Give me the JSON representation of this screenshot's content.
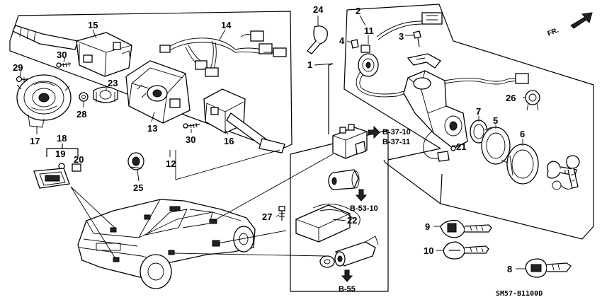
{
  "diagram": {
    "callouts": {
      "n1": "1",
      "n2": "2",
      "n3": "3",
      "n4": "4",
      "n5": "5",
      "n6": "6",
      "n7": "7",
      "n8": "8",
      "n9": "9",
      "n10": "10",
      "n11": "11",
      "n12": "12",
      "n13": "13",
      "n14": "14",
      "n15": "15",
      "n16": "16",
      "n17": "17",
      "n18": "18",
      "n19": "19",
      "n20": "20",
      "n21": "21",
      "n22": "22",
      "n23": "23",
      "n24": "24",
      "n25": "25",
      "n26": "26",
      "n27": "27",
      "n28": "28",
      "n29": "29",
      "n30a": "30",
      "n30b": "30"
    },
    "references": {
      "r1": "B-37-10",
      "r2": "B-37-11",
      "r3": "B-53-10",
      "r4": "B-55"
    },
    "direction_label": "FR.",
    "diagram_code": "SM57-B1100D"
  }
}
